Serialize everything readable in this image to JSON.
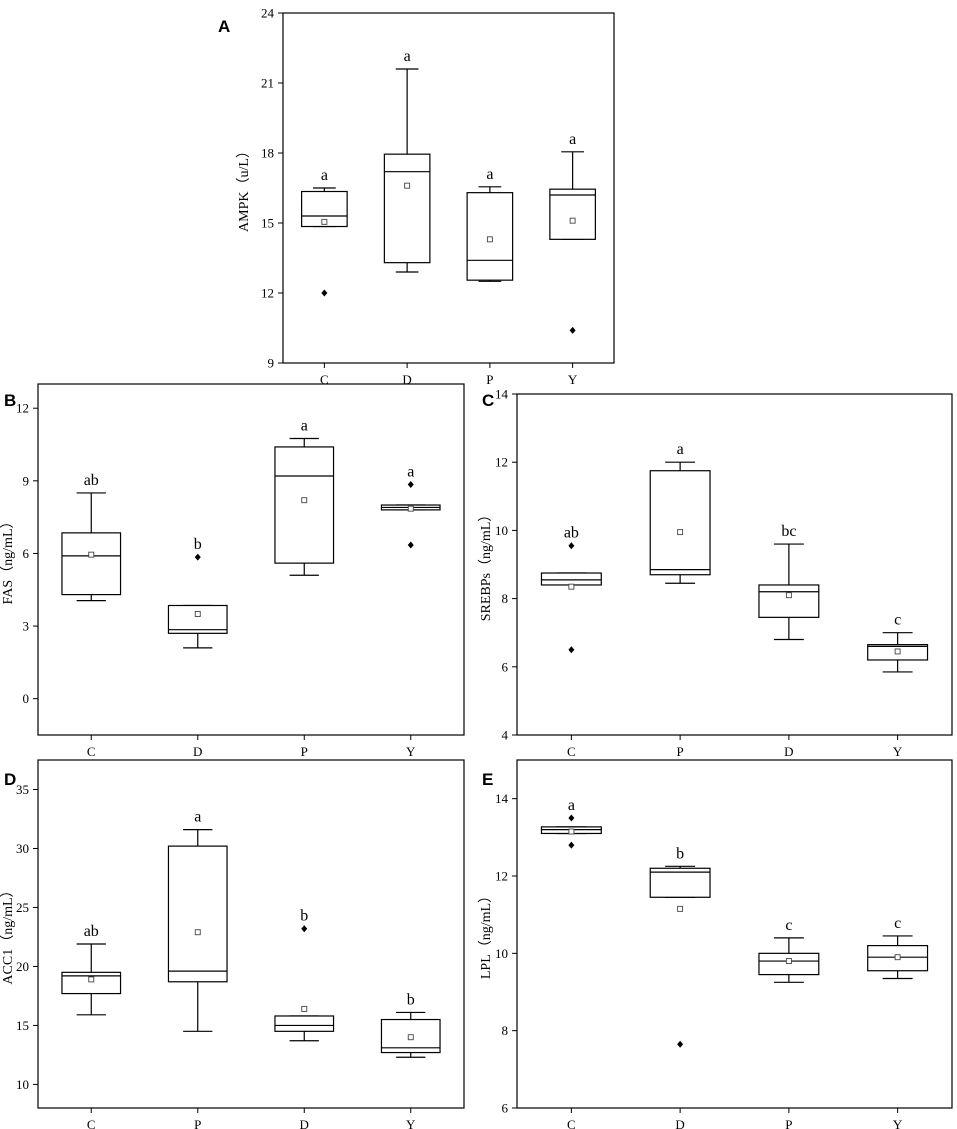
{
  "chart_data": [
    {
      "panel": "A",
      "type": "box",
      "ylabel": "AMPK（u/L）",
      "ylim": [
        9,
        24
      ],
      "yticks": [
        9,
        12,
        15,
        18,
        21,
        24
      ],
      "categories": [
        "C",
        "D",
        "P",
        "Y"
      ],
      "boxes": [
        {
          "category": "C",
          "whisker_low": 14.85,
          "q1": 14.85,
          "median": 15.3,
          "q3": 16.35,
          "whisker_high": 16.5,
          "mean": 15.05,
          "outliers": [
            12.0
          ],
          "sig": "a"
        },
        {
          "category": "D",
          "whisker_low": 12.9,
          "q1": 13.3,
          "median": 17.2,
          "q3": 17.95,
          "whisker_high": 21.6,
          "mean": 16.6,
          "outliers": [],
          "sig": "a"
        },
        {
          "category": "P",
          "whisker_low": 12.5,
          "q1": 12.55,
          "median": 13.4,
          "q3": 16.3,
          "whisker_high": 16.55,
          "mean": 14.3,
          "outliers": [],
          "sig": "a"
        },
        {
          "category": "Y",
          "whisker_low": 14.3,
          "q1": 14.3,
          "median": 16.2,
          "q3": 16.45,
          "whisker_high": 18.05,
          "mean": 15.1,
          "outliers": [
            10.4
          ],
          "sig": "a"
        }
      ]
    },
    {
      "panel": "B",
      "type": "box",
      "ylabel": "FAS（ng/mL）",
      "ylim": [
        -1.5,
        13
      ],
      "yticks": [
        0,
        3,
        6,
        9,
        12
      ],
      "categories": [
        "C",
        "D",
        "P",
        "Y"
      ],
      "boxes": [
        {
          "category": "C",
          "whisker_low": 4.05,
          "q1": 4.3,
          "median": 5.9,
          "q3": 6.85,
          "whisker_high": 8.5,
          "mean": 5.95,
          "outliers": [],
          "sig": "ab"
        },
        {
          "category": "D",
          "whisker_low": 2.1,
          "q1": 2.7,
          "median": 2.85,
          "q3": 3.85,
          "whisker_high": 3.85,
          "mean": 3.5,
          "outliers": [
            5.85
          ],
          "sig": "b"
        },
        {
          "category": "P",
          "whisker_low": 5.1,
          "q1": 5.6,
          "median": 9.2,
          "q3": 10.4,
          "whisker_high": 10.75,
          "mean": 8.2,
          "outliers": [],
          "sig": "a"
        },
        {
          "category": "Y",
          "whisker_low": 7.8,
          "q1": 7.8,
          "median": 7.9,
          "q3": 8.0,
          "whisker_high": 8.0,
          "mean": 7.85,
          "outliers": [
            8.85,
            6.35
          ],
          "sig": "a"
        }
      ]
    },
    {
      "panel": "C",
      "type": "box",
      "ylabel": "SREBPs（ng/mL）",
      "ylim": [
        4,
        14
      ],
      "yticks": [
        4,
        6,
        8,
        10,
        12,
        14
      ],
      "categories": [
        "C",
        "P",
        "D",
        "Y"
      ],
      "boxes": [
        {
          "category": "C",
          "whisker_low": 8.4,
          "q1": 8.4,
          "median": 8.55,
          "q3": 8.75,
          "whisker_high": 8.75,
          "mean": 8.35,
          "outliers": [
            9.55,
            6.5
          ],
          "sig": "ab"
        },
        {
          "category": "P",
          "whisker_low": 8.45,
          "q1": 8.7,
          "median": 8.85,
          "q3": 11.75,
          "whisker_high": 12.0,
          "mean": 9.95,
          "outliers": [],
          "sig": "a"
        },
        {
          "category": "D",
          "whisker_low": 6.8,
          "q1": 7.45,
          "median": 8.2,
          "q3": 8.4,
          "whisker_high": 9.6,
          "mean": 8.1,
          "outliers": [],
          "sig": "bc"
        },
        {
          "category": "Y",
          "whisker_low": 5.85,
          "q1": 6.2,
          "median": 6.6,
          "q3": 6.65,
          "whisker_high": 7.0,
          "mean": 6.45,
          "outliers": [],
          "sig": "c"
        }
      ]
    },
    {
      "panel": "D",
      "type": "box",
      "ylabel": "ACC1（ng/mL）",
      "ylim": [
        8,
        37.5
      ],
      "yticks": [
        10,
        15,
        20,
        25,
        30,
        35
      ],
      "categories": [
        "C",
        "P",
        "D",
        "Y"
      ],
      "boxes": [
        {
          "category": "C",
          "whisker_low": 15.9,
          "q1": 17.7,
          "median": 19.2,
          "q3": 19.5,
          "whisker_high": 21.9,
          "mean": 18.9,
          "outliers": [],
          "sig": "ab"
        },
        {
          "category": "P",
          "whisker_low": 14.5,
          "q1": 18.7,
          "median": 19.6,
          "q3": 30.2,
          "whisker_high": 31.6,
          "mean": 22.9,
          "outliers": [],
          "sig": "a"
        },
        {
          "category": "D",
          "whisker_low": 13.7,
          "q1": 14.5,
          "median": 15.0,
          "q3": 15.8,
          "whisker_high": 15.8,
          "mean": 16.4,
          "outliers": [
            23.2
          ],
          "sig": "b"
        },
        {
          "category": "Y",
          "whisker_low": 12.3,
          "q1": 12.7,
          "median": 13.1,
          "q3": 15.5,
          "whisker_high": 16.1,
          "mean": 14.0,
          "outliers": [],
          "sig": "b"
        }
      ]
    },
    {
      "panel": "E",
      "type": "box",
      "ylabel": "LPL（ng/mL）",
      "ylim": [
        6,
        15
      ],
      "yticks": [
        6,
        8,
        10,
        12,
        14
      ],
      "categories": [
        "C",
        "D",
        "P",
        "Y"
      ],
      "boxes": [
        {
          "category": "C",
          "whisker_low": 13.1,
          "q1": 13.1,
          "median": 13.2,
          "q3": 13.27,
          "whisker_high": 13.27,
          "mean": 13.15,
          "outliers": [
            13.5,
            12.8
          ],
          "sig": "a"
        },
        {
          "category": "D",
          "whisker_low": 11.45,
          "q1": 11.45,
          "median": 12.1,
          "q3": 12.2,
          "whisker_high": 12.25,
          "mean": 11.15,
          "outliers": [
            7.65
          ],
          "sig": "b"
        },
        {
          "category": "P",
          "whisker_low": 9.25,
          "q1": 9.45,
          "median": 9.8,
          "q3": 10.0,
          "whisker_high": 10.4,
          "mean": 9.8,
          "outliers": [],
          "sig": "c"
        },
        {
          "category": "Y",
          "whisker_low": 9.35,
          "q1": 9.55,
          "median": 9.9,
          "q3": 10.2,
          "whisker_high": 10.45,
          "mean": 9.9,
          "outliers": [],
          "sig": "c"
        }
      ]
    }
  ]
}
